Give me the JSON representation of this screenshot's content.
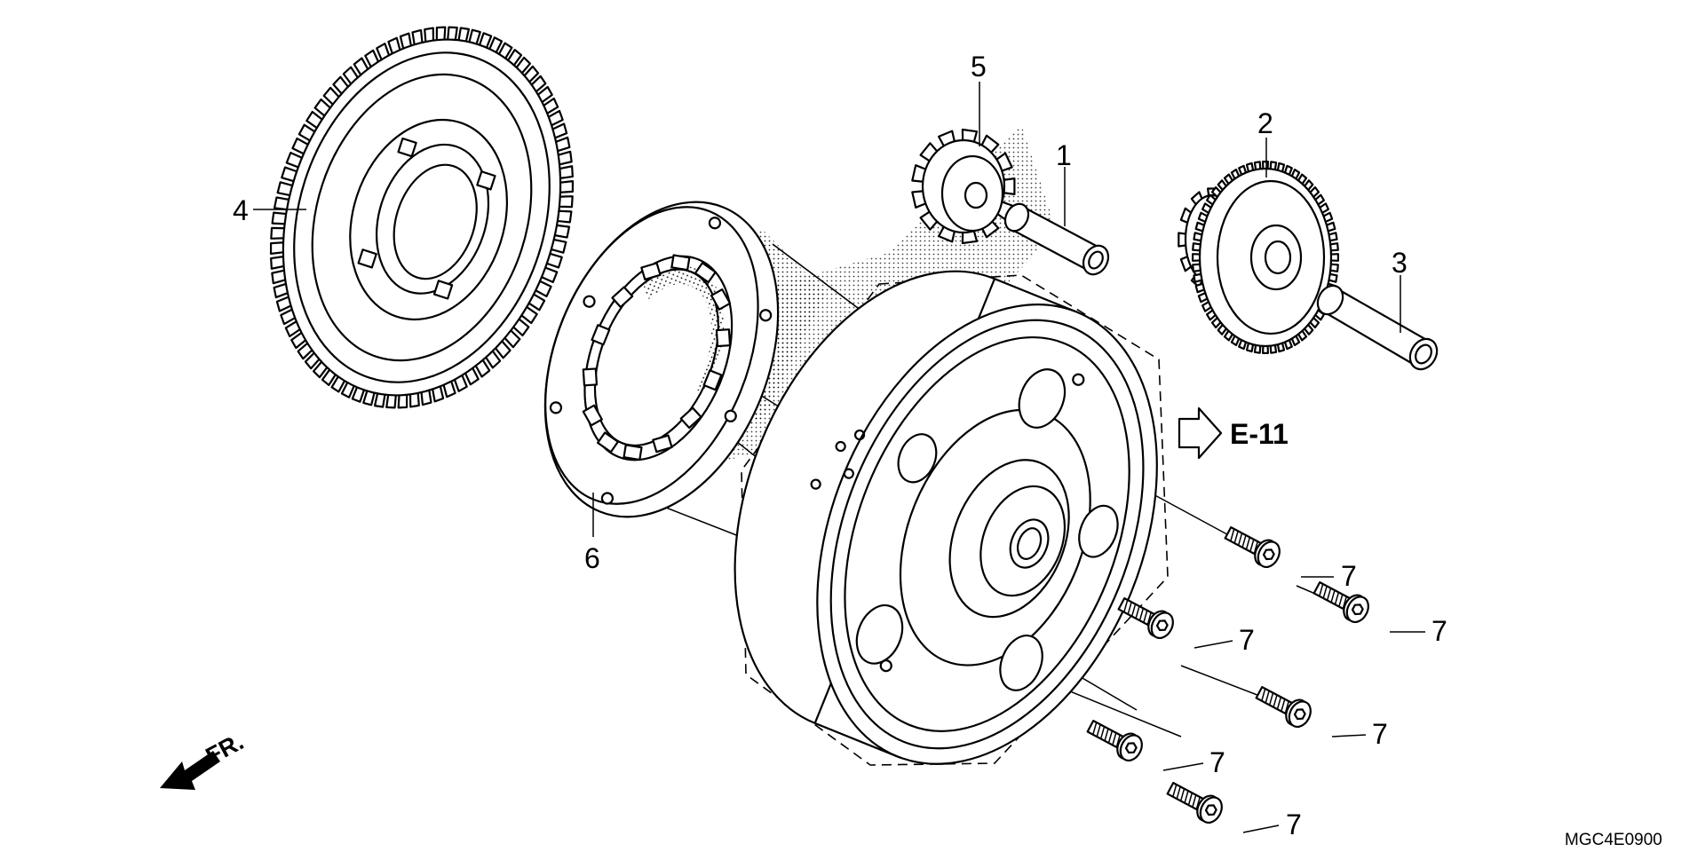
{
  "diagram": {
    "drawing_code": "MGC4E0900",
    "front_indicator": "FR.",
    "reference": "E-11",
    "callouts": {
      "pin_1": "1",
      "gear_2": "2",
      "pin_3": "3",
      "gear_4": "4",
      "gear_5": "5",
      "clutch_6": "6",
      "bolt_7": "7"
    }
  }
}
